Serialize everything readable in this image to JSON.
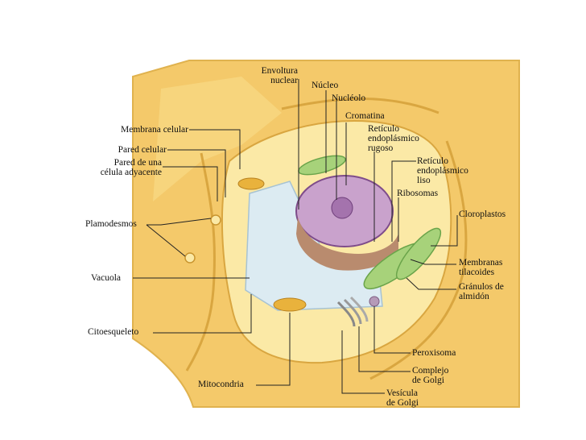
{
  "labels": {
    "envoltura": "Envoltura\nnuclear",
    "nucleo": "Núcleo",
    "nucleolo": "Nucléolo",
    "cromatina": "Cromatina",
    "rer": "Retículo\nendoplásmico\nrugoso",
    "rel": "Retículo\nendoplásmico\nliso",
    "ribosomas": "Ribosomas",
    "cloroplastos": "Cloroplastos",
    "membrana_celular": "Membrana celular",
    "pared_celular": "Pared celular",
    "pared_adyacente": "Pared de una\ncélula adyacente",
    "plasmodesmos": "Plamodesmos",
    "vacuola": "Vacuola",
    "citoesqueleto": "Citoesqueleto",
    "mitocondria": "Mitocondria",
    "membranas_tilacoides": "Membranas\ntilacoides",
    "granulos_almidon": "Gránulos de\nalmidón",
    "peroxisoma": "Peroxisoma",
    "complejo_golgi": "Complejo\nde Golgi",
    "vesicula_golgi": "Vesícula\nde Golgi"
  },
  "colors": {
    "cell_wall": "#f4c96a",
    "wall_dark": "#d9a640",
    "cytoplasm": "#fbe9a6",
    "vacuole": "#dcebf2",
    "nucleus": "#c9a2cc",
    "nucleolus": "#a473ad",
    "rer": "#b98b6e",
    "chloroplast": "#a7d27a",
    "mitochondria": "#e9b23c",
    "leader": "#222222"
  }
}
